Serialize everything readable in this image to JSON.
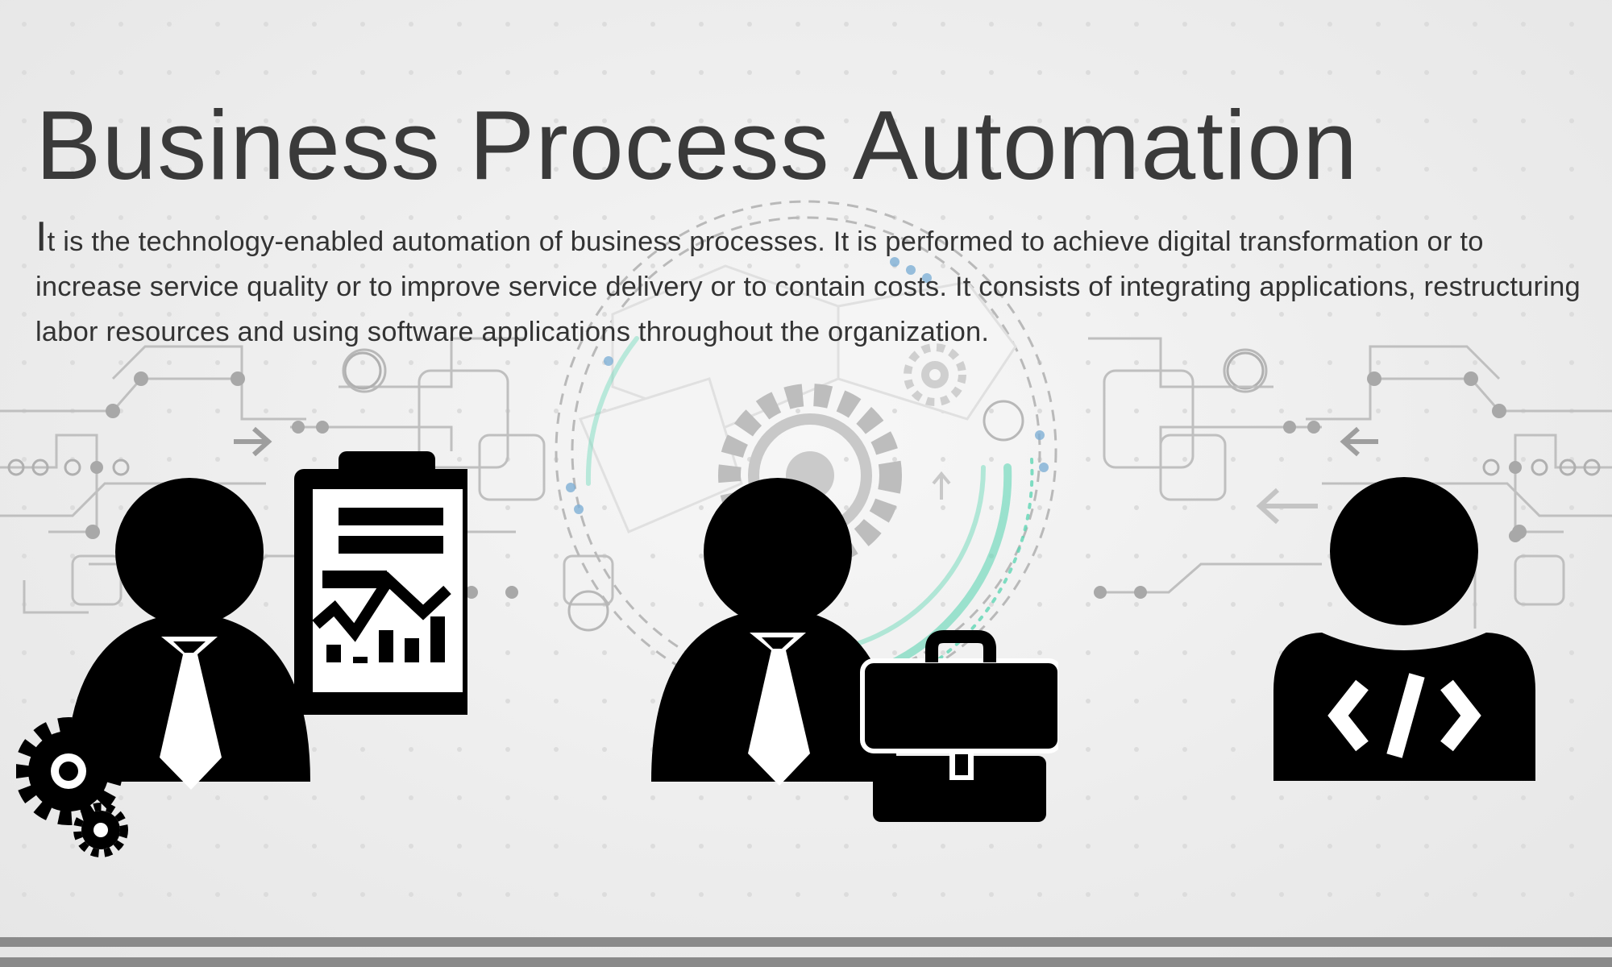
{
  "heading": "Business Process Automation",
  "body": {
    "lead_letter": "I",
    "text": "t is the technology-enabled automation of business processes. It is performed to achieve digital transformation or to increase service quality or to improve service delivery or to contain costs. It consists of integrating applications, restructuring labor resources and using software applications throughout the organization."
  },
  "icons": [
    {
      "name": "business-analyst-icon",
      "parts": [
        "person",
        "clipboard-chart",
        "gears"
      ]
    },
    {
      "name": "business-manager-icon",
      "parts": [
        "person",
        "briefcase"
      ]
    },
    {
      "name": "developer-icon",
      "parts": [
        "person",
        "code-brackets"
      ]
    }
  ],
  "colors": {
    "background": "#ededed",
    "text": "#333333",
    "icons": "#000000",
    "circuit": "#b5b5b5",
    "teal_accent": "#5fd6b4",
    "bottom_bars": "#8a8a8a"
  }
}
